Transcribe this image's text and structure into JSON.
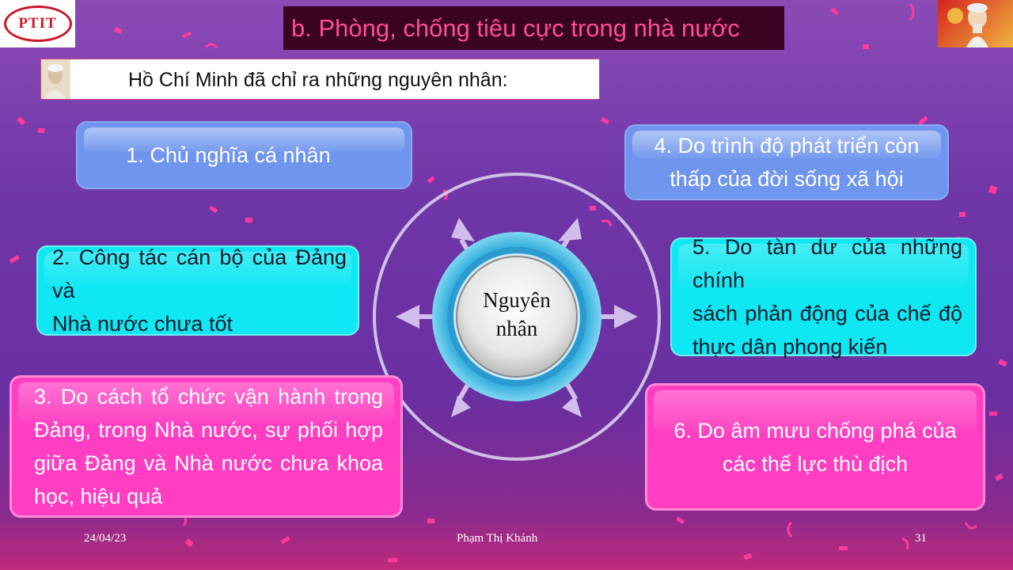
{
  "header": {
    "logo_text": "PTIT",
    "slide_title": "b. Phòng, chống tiêu cực trong nhà nước"
  },
  "subtitle": "Hồ Chí Minh đã chỉ ra những nguyên nhân:",
  "center_label_line1": "Nguyên",
  "center_label_line2": "nhân",
  "causes": {
    "c1": "1. Chủ nghĩa cá nhân",
    "c2_l1": "2. Công tác cán bộ của Đảng và",
    "c2_l2": "Nhà nước chưa tốt",
    "c3_l1": "3. Do cách tổ chức vận hành trong",
    "c3_l2": "Đảng, trong Nhà nước, sự phối hợp",
    "c3_l3": "giữa Đảng và Nhà nước chưa khoa",
    "c3_l4": "học, hiệu quả",
    "c4_l1": "4. Do trình độ phát triển còn",
    "c4_l2": "thấp của đời sống xã hội",
    "c5_l1": "5. Do tàn dư của những chính",
    "c5_l2": "sách phản động của chế độ",
    "c5_l3": "thực dân phong kiến",
    "c6_l1": "6. Do âm mưu chống phá của",
    "c6_l2": "các thế lực thù địch"
  },
  "footer": {
    "date": "24/04/23",
    "author": "Phạm Thị Khánh",
    "page": "31"
  },
  "colors": {
    "blue_box": "#6f95ee",
    "cyan_box": "#0fe7f2",
    "pink_box": "#ff3ec2",
    "title_bg": "#3a0321",
    "title_text": "#ff4d98"
  }
}
